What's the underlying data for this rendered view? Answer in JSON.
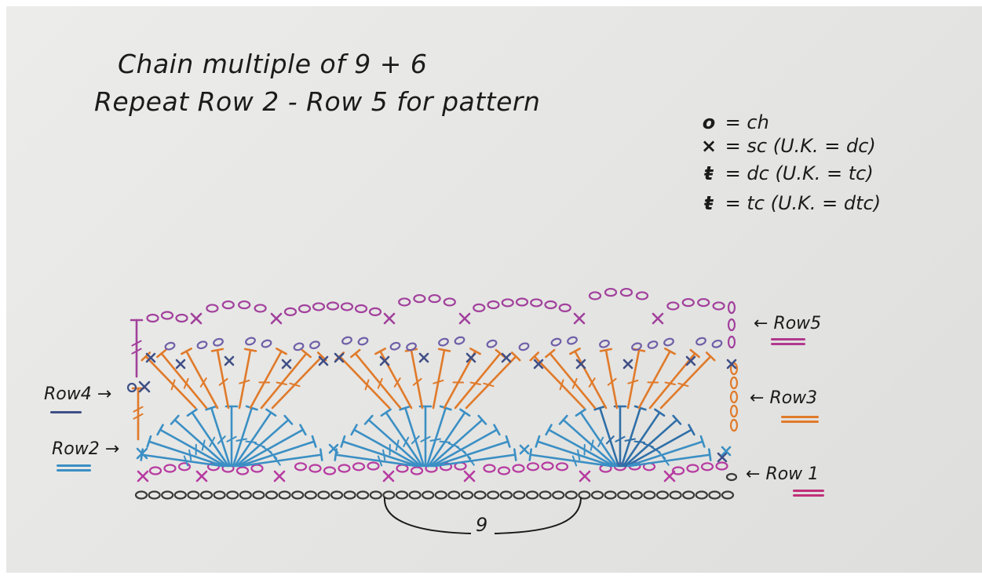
{
  "header": {
    "line1": "Chain multiple of 9 + 6",
    "line2": "Repeat Row 2 - Row 5 for pattern"
  },
  "legend": [
    {
      "symbol": "o",
      "text": "= ch"
    },
    {
      "symbol": "×",
      "text": "= sc  (U.K. = dc)"
    },
    {
      "symbol": "ŧ",
      "text": "= dc  (U.K. = tc)"
    },
    {
      "symbol": "ŧ",
      "text": "= tc  (U.K. = dtc)"
    }
  ],
  "rows": {
    "row1": "Row 1",
    "row2": "Row2",
    "row3": "Row3",
    "row4": "Row4",
    "row5": "Row5"
  },
  "repeat_label": "9",
  "colors": {
    "row1_chain": "#3a3a3a",
    "row1_sc": "#b63aa0",
    "row2": "#3b8fc4",
    "row3": "#e07a2a",
    "row4": "#3f4f86",
    "row5": "#a1409c",
    "row1_underline": "#c0307a",
    "row3_underline": "#e07a2a",
    "row5_underline": "#b03a8e",
    "row2_underline": "#3b8fc4",
    "row4_underline": "#3f4f86"
  }
}
